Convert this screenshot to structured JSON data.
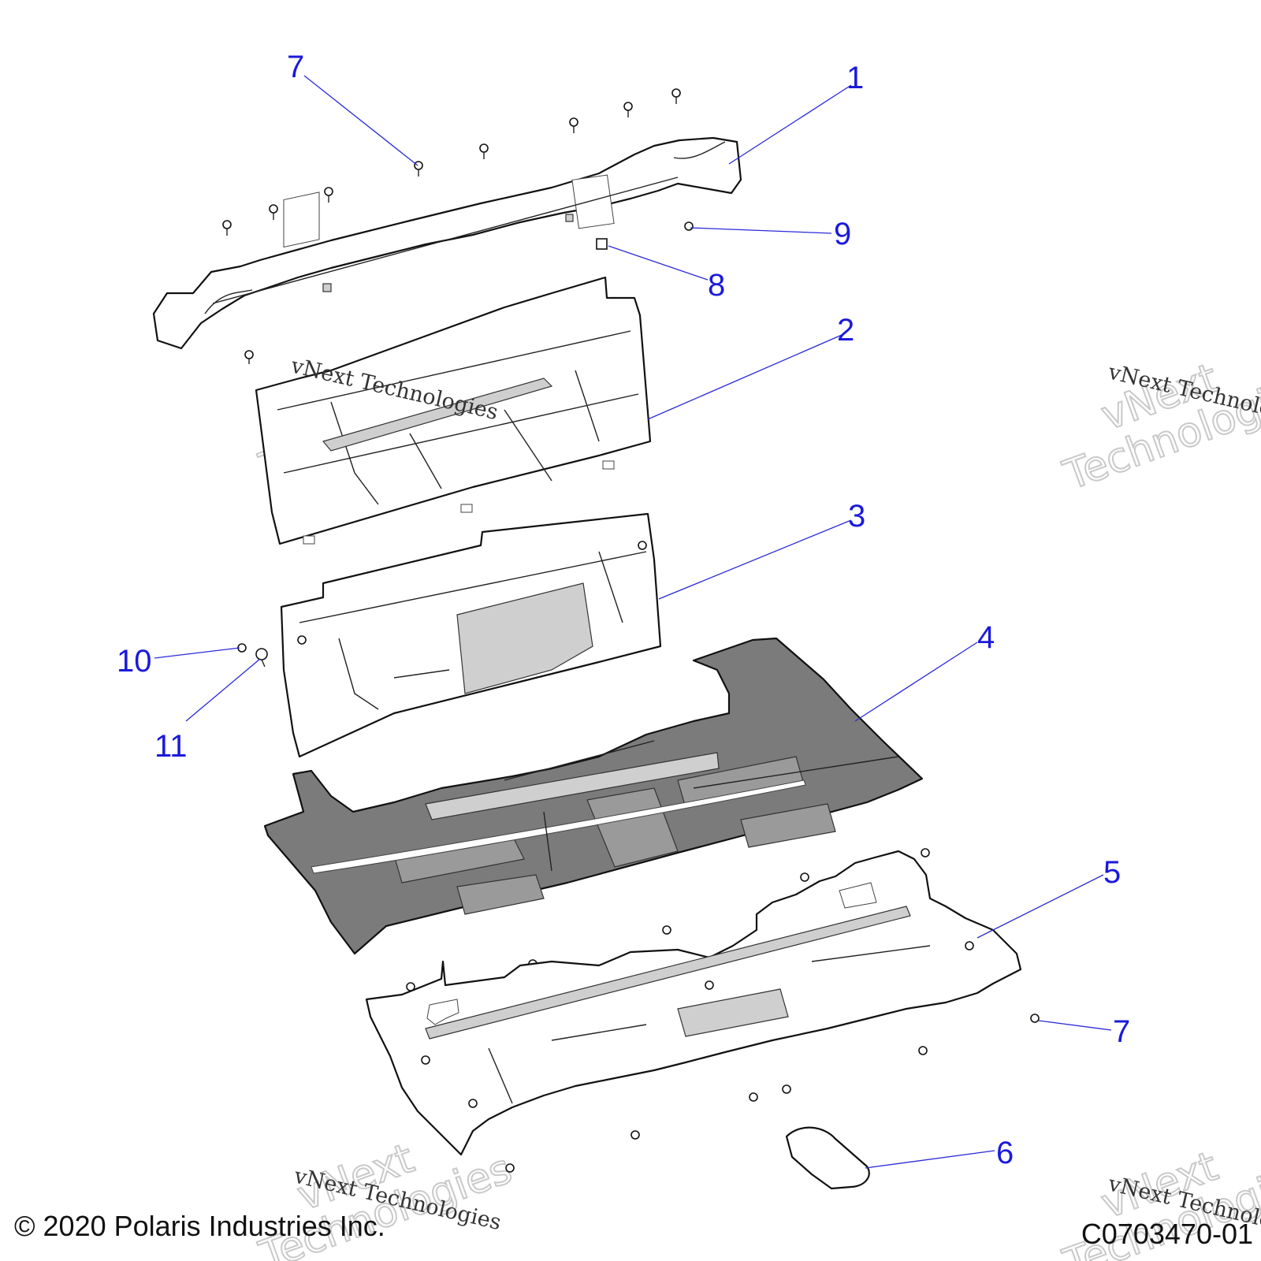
{
  "callouts": {
    "c1": "1",
    "c2": "2",
    "c3": "3",
    "c4": "4",
    "c5": "5",
    "c6": "6",
    "c7a": "7",
    "c7b": "7",
    "c8": "8",
    "c9": "9",
    "c10": "10",
    "c11": "11"
  },
  "watermark": {
    "big_line1": "vNext",
    "big_line2": "Technologies",
    "small": "vNext Technologies"
  },
  "footer": {
    "copyright": "© 2020 Polaris Industries Inc.",
    "code": "C0703470-01"
  },
  "colors": {
    "callout": "#1a1adc",
    "floor_mat": "#7b7b7b"
  }
}
